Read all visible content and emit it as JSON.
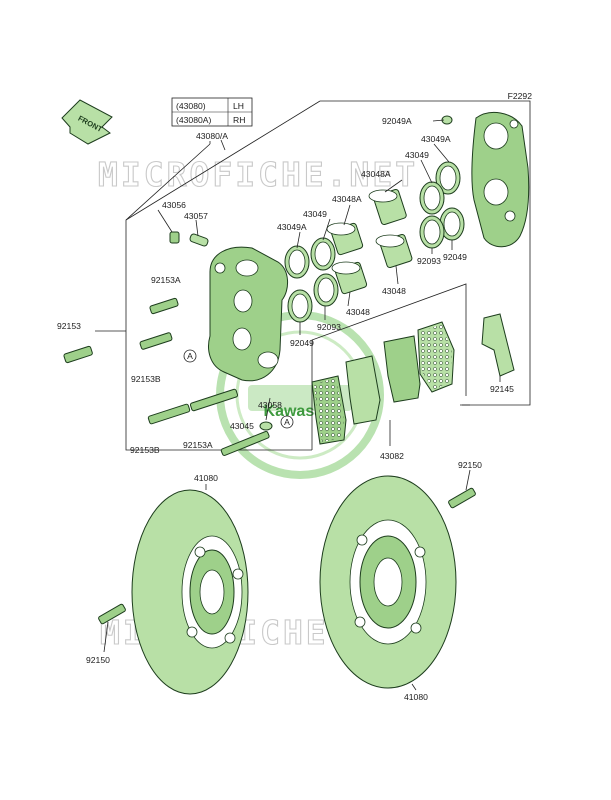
{
  "figure_code": "F2292",
  "front_tag": "FRONT",
  "watermark": "MICROFICHE.NET",
  "logo_text": "Kawasaki",
  "caliper_table": {
    "rows": [
      {
        "part": "(43080)",
        "side": "LH"
      },
      {
        "part": "(43080A)",
        "side": "RH"
      }
    ],
    "assembly": "43080/A"
  },
  "ref_marker": "A",
  "callouts": {
    "c92049A": "92049A",
    "c43049A_top": "43049A",
    "c43049_top": "43049",
    "c43048A_right": "43048A",
    "c43048A_left": "43048A",
    "c43049_mid": "43049",
    "c43049A_left": "43049A",
    "c43056": "43056",
    "c43057": "43057",
    "c92153A_top": "92153A",
    "c92153": "92153",
    "c92153B_top": "92153B",
    "c92093_right": "92093",
    "c92049_right": "92049",
    "c43048_right": "43048",
    "c43048_left": "43048",
    "c92093_left": "92093",
    "c92049_left": "92049",
    "c92145": "92145",
    "c43058": "43058",
    "c43045": "43045",
    "c92153B_bottom": "92153B",
    "c92153A_bottom": "92153A",
    "c43082": "43082",
    "c41080_left": "41080",
    "c92150_right": "92150",
    "c92150_left": "92150",
    "c41080_right": "41080"
  }
}
